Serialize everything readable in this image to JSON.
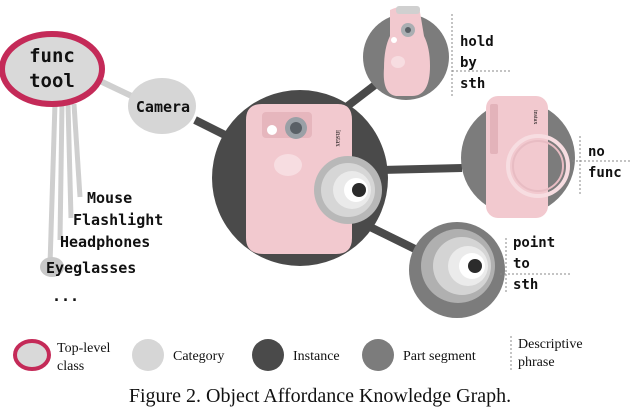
{
  "diagram": {
    "top_level": {
      "line1": "func",
      "line2": "tool"
    },
    "category": "Camera",
    "other_categories": [
      "Mouse",
      "Flashlight",
      "Headphones",
      "Eyeglasses",
      "..."
    ],
    "parts": [
      {
        "label_lines": [
          "hold",
          "by",
          "sth"
        ]
      },
      {
        "label_lines": [
          "no",
          "func"
        ]
      },
      {
        "label_lines": [
          "point",
          "to",
          "sth"
        ]
      }
    ],
    "camera_brand_text": "instax"
  },
  "legend": {
    "top_level": [
      "Top-level",
      "class"
    ],
    "category": "Category",
    "instance": "Instance",
    "part": "Part segment",
    "phrase": [
      "Descriptive",
      "phrase"
    ]
  },
  "caption": "Figure 2. Object Affordance Knowledge Graph.",
  "colors": {
    "top_level_fill": "#d9d9d9",
    "top_level_ring": "#c42a58",
    "category_fill": "#d6d6d6",
    "instance_fill": "#4a4a4a",
    "part_fill": "#7c7c7c",
    "camera_pink": "#f2c9cf"
  }
}
